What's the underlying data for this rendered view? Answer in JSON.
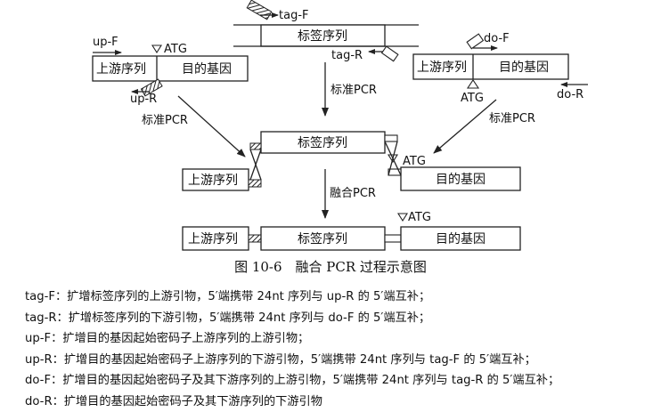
{
  "labels": {
    "tag_f": "tag-F",
    "tag_r": "tag-R",
    "up_f": "up-F",
    "up_r": "up-R",
    "do_f": "do-F",
    "do_r": "do-R",
    "atg": "ATG",
    "tag_seq": "标签序列",
    "upstream_seq": "上游序列",
    "target_gene": "目的基因",
    "standard_pcr": "标准PCR",
    "fusion_pcr": "融合PCR"
  },
  "caption": "图 10-6　融合 PCR 过程示意图",
  "legend": [
    "tag-F：扩增标签序列的上游引物，5′端携带 24nt 序列与 up-R 的 5′端互补；",
    "tag-R：扩增标签序列的下游引物，5′端携带 24nt 序列与 do-F 的 5′端互补；",
    "up-F：扩增目的基因起始密码子上游序列的上游引物；",
    "up-R：扩增目的基因起始密码子上游序列的下游引物，5′端携带 24nt 序列与 tag-F 的 5′端互补；",
    "do-F：扩增目的基因起始密码子及其下游序列的上游引物，5′端携带 24nt 序列与 tag-R 的 5′端互补；",
    "do-R：扩增目的基因起始密码子及其下游序列的下游引物"
  ]
}
